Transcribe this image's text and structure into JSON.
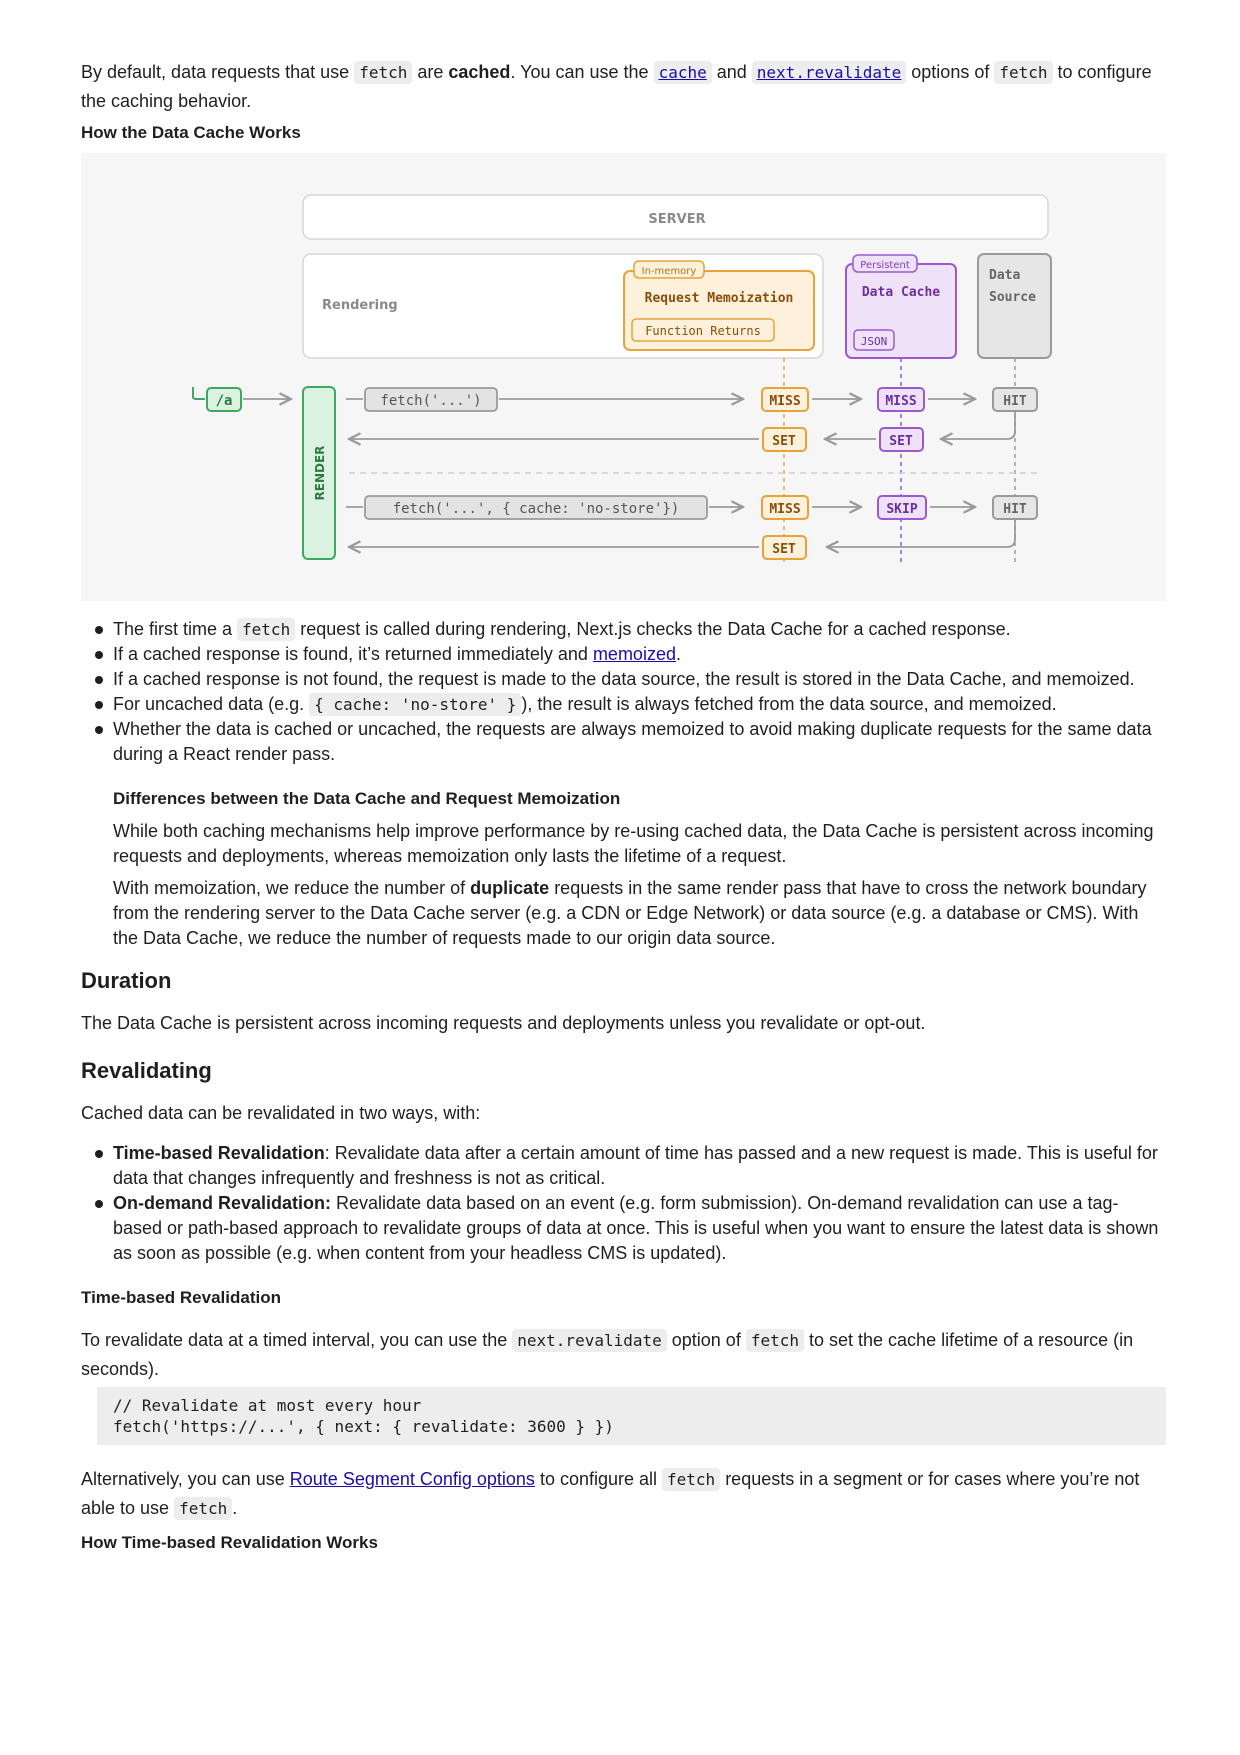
{
  "intro": {
    "t1": "By default, data requests that use ",
    "c1": "fetch",
    "t2": " are ",
    "b1": "cached",
    "t3": ". You can use the ",
    "l1": "cache",
    "t4": " and ",
    "l2": "next.revalidate",
    "t5": " options of ",
    "c2": "fetch",
    "t6": " to configure the caching behavior."
  },
  "how_heading": "How the Data Cache Works",
  "diagram": {
    "server": "SERVER",
    "rendering": "Rendering",
    "in_memory": "In-memory",
    "request_memo": "Request Memoization",
    "function_returns": "Function Returns",
    "persistent": "Persistent",
    "data_cache": "Data Cache",
    "json": "JSON",
    "data": "Data",
    "source": "Source",
    "route": "/a",
    "render": "RENDER",
    "fetch1": "fetch('...')",
    "fetch2": "fetch('...', { cache: 'no-store'})",
    "miss": "MISS",
    "set": "SET",
    "hit": "HIT",
    "skip": "SKIP",
    "colors": {
      "memo": "#e8a23b",
      "cache": "#9b59d0",
      "render": "#3fa860",
      "gray": "#9a9a9a"
    }
  },
  "bullets": {
    "b1a": "The first time a ",
    "b1c": "fetch",
    "b1b": " request is called during rendering, Next.js checks the Data Cache for a cached response.",
    "b2a": "If a cached response is found, it’s returned immediately and ",
    "b2l": "memoized",
    "b2b": ".",
    "b3": "If a cached response is not found, the request is made to the data source, the result is stored in the Data Cache, and memoized.",
    "b4a": "For uncached data (e.g. ",
    "b4c": "{ cache: 'no-store' }",
    "b4b": "), the result is always fetched from the data source, and memoized.",
    "b5": "Whether the data is cached or uncached, the requests are always memoized to avoid making duplicate requests for the same data during a React render pass."
  },
  "callout": {
    "title": "Differences between the Data Cache and Request Memoization",
    "p1": "While both caching mechanisms help improve performance by re-using cached data, the Data Cache is persistent across incoming requests and deployments, whereas memoization only lasts the lifetime of a request.",
    "p2a": "With memoization, we reduce the number of ",
    "p2b": "duplicate",
    "p2c": " requests in the same render pass that have to cross the network boundary from the rendering server to the Data Cache server (e.g. a CDN or Edge Network) or data source (e.g. a database or CMS). With the Data Cache, we reduce the number of requests made to our origin data source."
  },
  "duration": {
    "heading": "Duration",
    "text": "The Data Cache is persistent across incoming requests and deployments unless you revalidate or opt-out."
  },
  "revalidating": {
    "heading": "Revalidating",
    "text": "Cached data can be revalidated in two ways, with:",
    "i1b": "Time-based Revalidation",
    "i1t": ": Revalidate data after a certain amount of time has passed and a new request is made. This is useful for data that changes infrequently and freshness is not as critical.",
    "i2b": "On-demand Revalidation:",
    "i2t": " Revalidate data based on an event (e.g. form submission). On-demand revalidation can use a tag-based or path-based approach to revalidate groups of data at once. This is useful when you want to ensure the latest data is shown as soon as possible (e.g. when content from your headless CMS is updated)."
  },
  "time_based": {
    "heading": "Time-based Revalidation",
    "t1": "To revalidate data at a timed interval, you can use the ",
    "c1": "next.revalidate",
    "t2": " option of ",
    "c2": "fetch",
    "t3": " to set the cache lifetime of a resource (in seconds).",
    "code1": "// Revalidate at most every hour",
    "code2": "fetch('https://...', { next: { revalidate: 3600 } })",
    "alt1": "Alternatively, you can use ",
    "altl": "Route Segment Config options",
    "alt2": " to configure all ",
    "altc": "fetch",
    "alt3": " requests in a segment or for cases where you’re not able to use ",
    "altc2": "fetch",
    "alt4": ".",
    "how": "How Time-based Revalidation Works"
  }
}
